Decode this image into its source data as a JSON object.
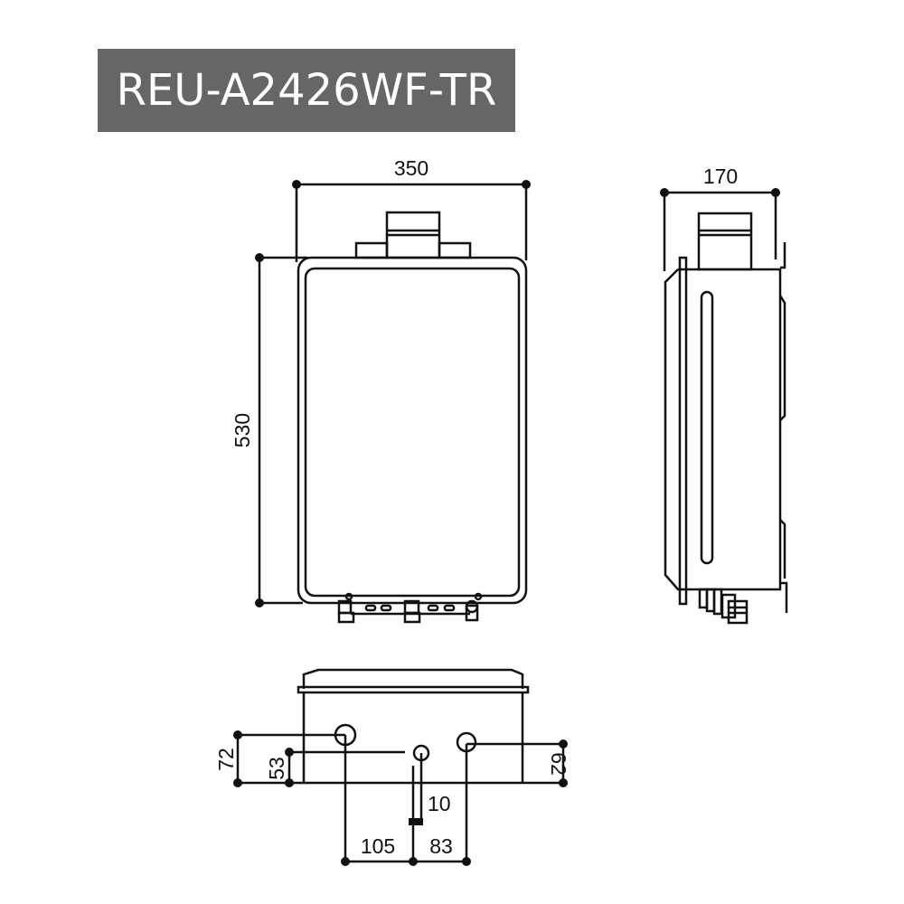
{
  "title": "REU-A2426WF-TR",
  "front_view": {
    "width_label": "350",
    "height_label": "530"
  },
  "side_view": {
    "depth_label": "170"
  },
  "bottom_view": {
    "dim_72": "72",
    "dim_53": "53",
    "dim_62": "62",
    "dim_10": "10",
    "dim_105": "105",
    "dim_83": "83"
  },
  "colors": {
    "title_bg": "#666666",
    "title_text": "#ffffff",
    "line": "#111111"
  }
}
